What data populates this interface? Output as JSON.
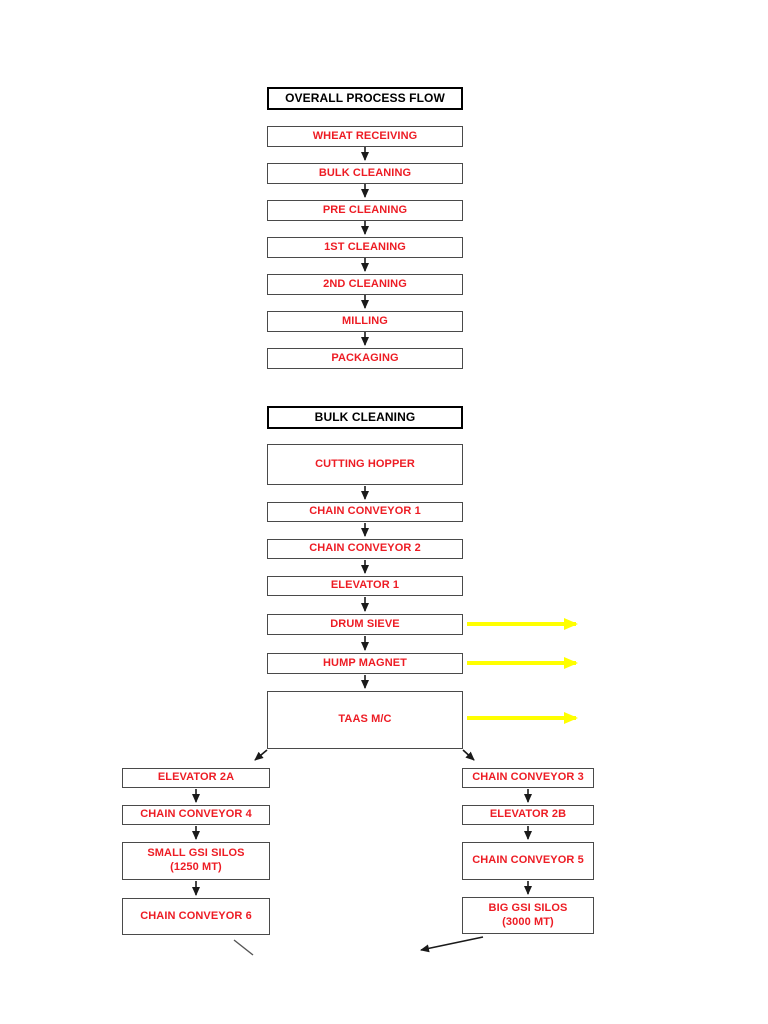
{
  "colors": {
    "node_text": "#ed1c24",
    "title_text": "#000000",
    "node_border": "#4a4a4a",
    "title_border": "#000000",
    "arrow": "#1a1a1a",
    "highlight_arrow": "#ffff00",
    "background": "#ffffff"
  },
  "overall": {
    "title": "OVERALL PROCESS FLOW",
    "steps": [
      "WHEAT RECEIVING",
      "BULK CLEANING",
      "PRE CLEANING",
      "1ST CLEANING",
      "2ND CLEANING",
      "MILLING",
      "PACKAGING"
    ]
  },
  "bulk": {
    "title": "BULK CLEANING",
    "steps": [
      "CUTTING HOPPER",
      "CHAIN CONVEYOR 1",
      "CHAIN CONVEYOR 2",
      "ELEVATOR 1",
      "DRUM SIEVE",
      "HUMP MAGNET",
      "TAAS M/C"
    ],
    "left": [
      "ELEVATOR 2A",
      "CHAIN CONVEYOR 4",
      "SMALL GSI SILOS\n(1250 MT)",
      "CHAIN CONVEYOR 6"
    ],
    "right": [
      "CHAIN CONVEYOR 3",
      "ELEVATOR 2B",
      "CHAIN CONVEYOR 5",
      "BIG GSI SILOS\n(3000 MT)"
    ]
  }
}
